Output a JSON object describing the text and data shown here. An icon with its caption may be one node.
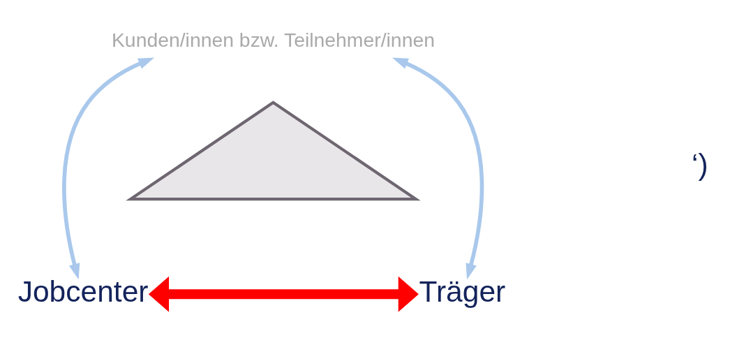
{
  "diagram": {
    "nodes": [
      {
        "text": [
          "Kunden/innen bzw. Teilnehmer/innen"
        ]
      },
      {
        "text": [],
        "shape": "triangle"
      },
      {
        "text": [
          "Jobcenter"
        ]
      },
      {
        "text": [
          "Träger"
        ]
      }
    ],
    "edges": [
      {
        "from": 2,
        "to": 0,
        "arrow": "both",
        "color": "#a9c8ec"
      },
      {
        "from": 0,
        "to": 3,
        "arrow": "both",
        "color": "#a9c8ec"
      },
      {
        "from": 2,
        "to": 3,
        "arrow": "both",
        "style": "thick",
        "color": "#ff0000"
      }
    ],
    "labels": [
      "‘)"
    ]
  }
}
